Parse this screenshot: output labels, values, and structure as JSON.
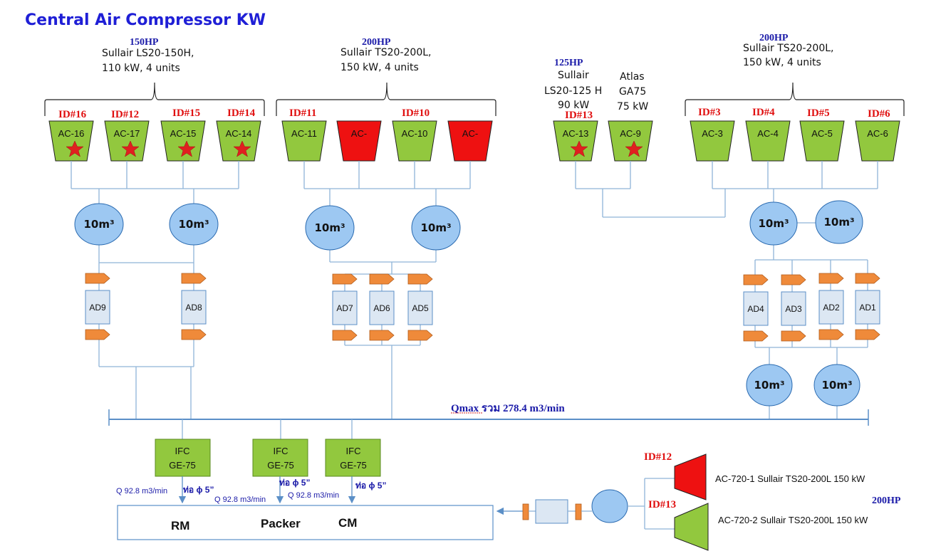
{
  "title": "Central Air Compressor KW",
  "groups": [
    {
      "hp": "150HP",
      "model": "Sullair LS20-150H,",
      "spec": "110 kW, 4 units"
    },
    {
      "hp": "200HP",
      "model": "Sullair TS20-200L,",
      "spec": "150 kW, 4 units"
    },
    {
      "hp": "125HP",
      "model": "Sullair",
      "spec": "LS20-125 H",
      "spec2": "90 kW"
    },
    {
      "hp": "",
      "model": "Atlas",
      "spec": "GA75",
      "spec2": "75 kW"
    },
    {
      "hp": "200HP",
      "model": "Sullair TS20-200L,",
      "spec": "150 kW, 4 units"
    }
  ],
  "compressor_ids": [
    "ID#16",
    "ID#12",
    "ID#15",
    "ID#14",
    "ID#11",
    "ID#10",
    "ID#13",
    "ID#3",
    "ID#4",
    "ID#5",
    "ID#6"
  ],
  "compressors": [
    {
      "label": "AC-16",
      "color": "#92c83e",
      "star": true
    },
    {
      "label": "AC-17",
      "color": "#92c83e",
      "star": true
    },
    {
      "label": "AC-15",
      "color": "#92c83e",
      "star": true
    },
    {
      "label": "AC-14",
      "color": "#92c83e",
      "star": true
    },
    {
      "label": "AC-11",
      "color": "#92c83e",
      "star": false
    },
    {
      "label": "AC-",
      "color": "#ee1111",
      "star": false
    },
    {
      "label": "AC-10",
      "color": "#92c83e",
      "star": false
    },
    {
      "label": "AC-",
      "color": "#ee1111",
      "star": false
    },
    {
      "label": "AC-13",
      "color": "#92c83e",
      "star": true
    },
    {
      "label": "AC-9",
      "color": "#92c83e",
      "star": true
    },
    {
      "label": "AC-3",
      "color": "#92c83e",
      "star": false
    },
    {
      "label": "AC-4",
      "color": "#92c83e",
      "star": false
    },
    {
      "label": "AC-5",
      "color": "#92c83e",
      "star": false
    },
    {
      "label": "AC-6",
      "color": "#92c83e",
      "star": false
    }
  ],
  "tank_label": "10m³",
  "dryers": [
    "AD9",
    "AD8",
    "AD7",
    "AD6",
    "AD5",
    "AD4",
    "AD3",
    "AD2",
    "AD1"
  ],
  "qmax": "Qmax รวม 278.4 m3/min",
  "ifc": {
    "line1": "IFC",
    "line2": "GE-75"
  },
  "flows": [
    "Q 92.8 m3/min",
    "Q 92.8 m3/min",
    "Q 92.8 m3/min"
  ],
  "pipes": [
    "ท่อ ϕ 5”",
    "ท่อ ϕ 5”",
    "ท่อ ϕ 5”"
  ],
  "destinations": [
    "RM",
    "Packer",
    "CM"
  ],
  "ac720": [
    {
      "id": "ID#12",
      "label": "AC-720-1 Sullair TS20-200L 150 kW",
      "color": "#ee1111"
    },
    {
      "id": "ID#13",
      "label": "AC-720-2 Sullair TS20-200L 150 kW",
      "color": "#92c83e"
    }
  ],
  "ac720_hp": "200HP",
  "colors": {
    "green": "#92c83e",
    "red": "#ee1111",
    "tank": "#9dc8f2",
    "dryer_box": "#dce7f3",
    "valve": "#ef8a3a",
    "ifc": "#92c83e",
    "title": "#1f1fd6"
  }
}
